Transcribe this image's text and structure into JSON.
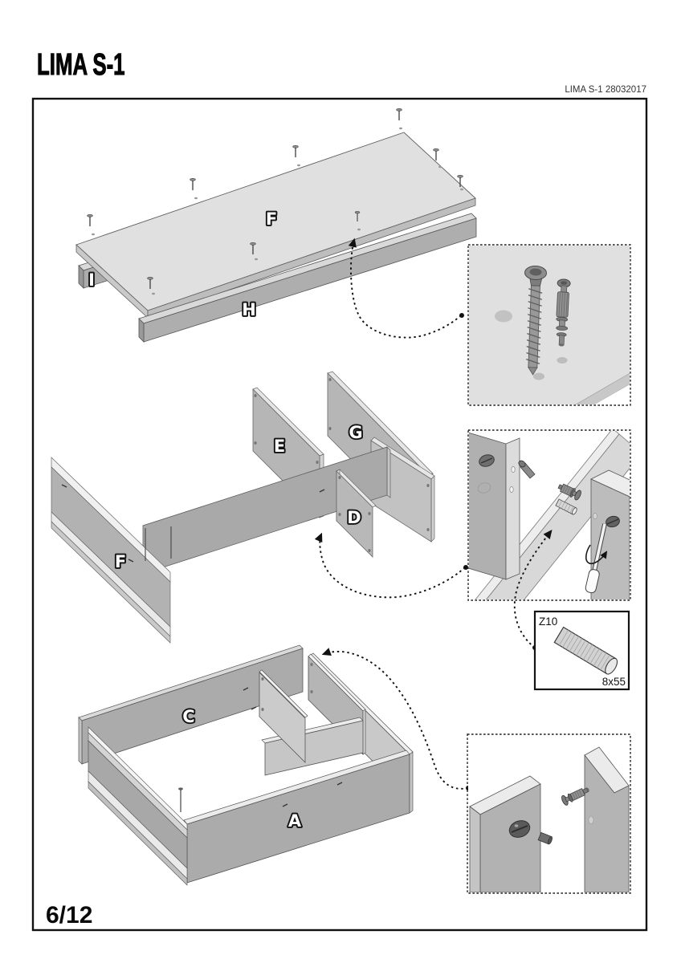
{
  "page": {
    "title": "LIMA S-1",
    "doc_code": "LIMA S-1 28032017",
    "page_number": "6/12"
  },
  "part_labels": {
    "top_panel_f": "F",
    "top_bracket_i": "I",
    "top_rail_h": "H",
    "mid_divider_e": "E",
    "mid_divider_g": "G",
    "mid_divider_d": "D",
    "mid_side_f": "F",
    "bottom_back_c": "C",
    "bottom_front_a": "A"
  },
  "hardware_box": {
    "code": "Z10",
    "size": "8x55"
  }
}
